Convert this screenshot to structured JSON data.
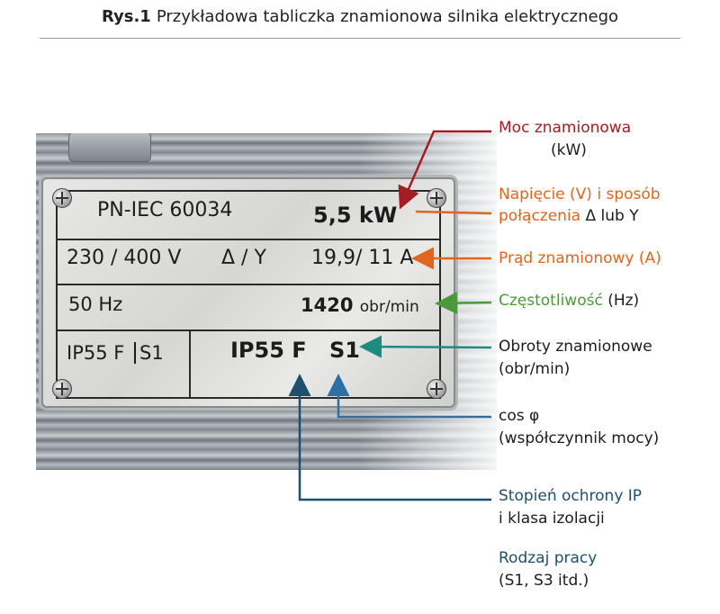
{
  "caption": {
    "prefix": "Rys.1",
    "text": "Przykładowa tabliczka znamionowa silnika elektrycznego"
  },
  "plate": {
    "standard": "PN-IEC 60034",
    "power": "5,5 kW",
    "voltage": "230 / 400 V",
    "connection": "Δ / Y",
    "current": "19,9/ 11 A",
    "frequency": "50 Hz",
    "speed_value": "1420",
    "speed_unit": "obr/min",
    "ip_class_left": "IP55 F",
    "duty_left": "S1",
    "ip_class_right": "IP55 F",
    "duty_right": "S1"
  },
  "labels": {
    "moc": {
      "line1": "Moc znamionowa",
      "line2": "(kW)",
      "color": "#a31d22"
    },
    "napiecie": {
      "line1": "Napięcie (V) i sposób",
      "line2_colored": "połączenia",
      "line2_rest": " Δ lub Y",
      "color": "#e0661f"
    },
    "prad": {
      "line1": "Prąd znamionowy (A)",
      "color": "#e0661f"
    },
    "czestotliwosc": {
      "colored": "Częstotliwość",
      "rest": " (Hz)",
      "color": "#4a9a3a"
    },
    "obroty": {
      "line1": "Obroty znamionowe",
      "line2": "(obr/min)",
      "color": "#1c1c1c"
    },
    "cos": {
      "line1": "cos φ",
      "line2": "(współczynnik mocy)",
      "color": "#1c1c1c"
    },
    "stopien": {
      "line1": "Stopień ochrony IP",
      "line2": "i klasa izolacji",
      "color": "#1e4f6e"
    },
    "rodzaj": {
      "line1": "Rodzaj pracy",
      "line2": "(S1, S3 itd.)",
      "color": "#1e4f6e"
    }
  },
  "colors": {
    "dark_red": "#a31d22",
    "orange": "#e0661f",
    "green": "#4a9a3a",
    "teal": "#1f8a7e",
    "navy": "#1e4f6e",
    "blue": "#2e6fa8"
  }
}
